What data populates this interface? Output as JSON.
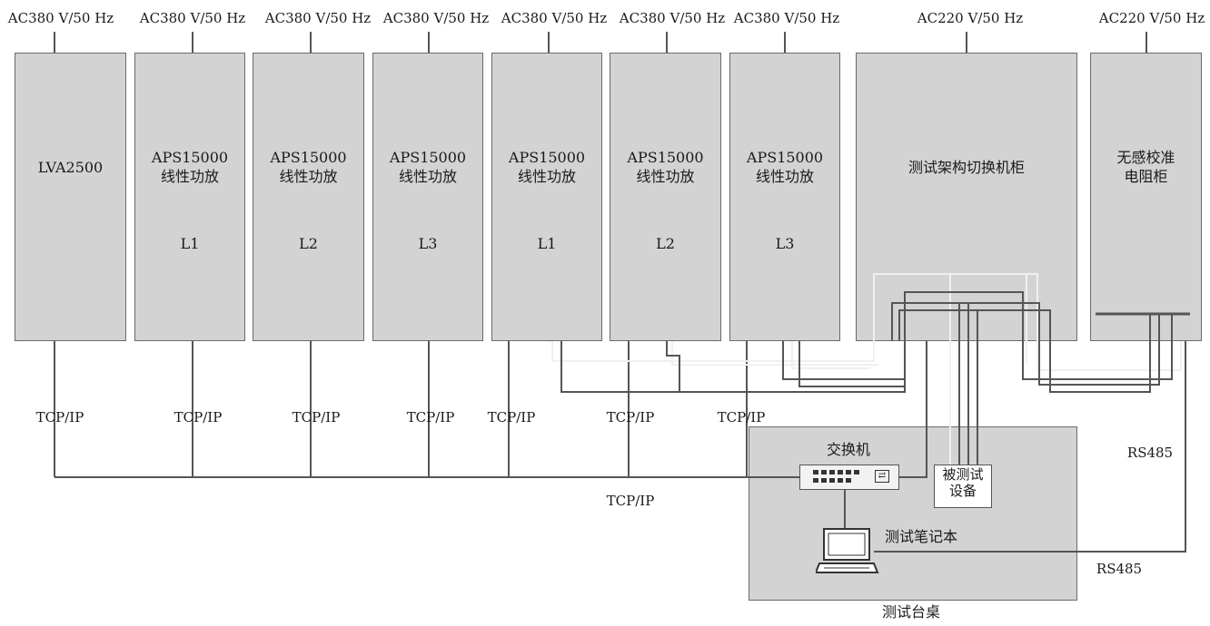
{
  "power_labels": {
    "ac380": "AC380 V/50 Hz",
    "ac220": "AC220 V/50 Hz"
  },
  "cabinets": {
    "lva": {
      "line1": "LVA2500"
    },
    "aps": {
      "line1": "APS15000",
      "line2": "线性功放"
    },
    "aps1": {
      "phase": "L1"
    },
    "aps2": {
      "phase": "L2"
    },
    "aps3": {
      "phase": "L3"
    },
    "aps4": {
      "phase": "L1"
    },
    "aps5": {
      "phase": "L2"
    },
    "aps6": {
      "phase": "L3"
    },
    "switch_cabinet": {
      "label": "测试架构切换机柜"
    },
    "calibration": {
      "line1": "无感校准",
      "line2": "电阻柜"
    }
  },
  "protocol_labels": {
    "tcpip": "TCP/IP",
    "rs485": "RS485"
  },
  "desk": {
    "label": "测试台桌",
    "switch_label": "交换机",
    "dut_line1": "被测试",
    "dut_line2": "设备",
    "laptop_label": "测试笔记本"
  },
  "colors": {
    "cabinet_fill": "#d3d3d3",
    "line_dark": "#555555",
    "line_light": "#f0f0f0"
  }
}
